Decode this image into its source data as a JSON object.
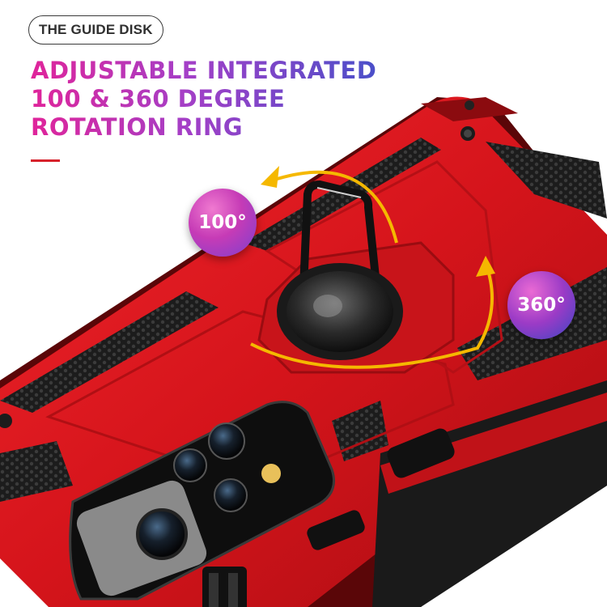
{
  "header": {
    "guide_label": "THE GUIDE DISK",
    "headline_lines": [
      "ADJUSTABLE INTEGRATED",
      "100 & 360 DEGREE",
      "ROTATION RING"
    ]
  },
  "badges": {
    "left": "100°",
    "right": "360°"
  },
  "colors": {
    "case_red": "#d9171f",
    "accent_yellow": "#f5b800",
    "gradient_pink": "#e0249a",
    "gradient_blue": "#4a4fc9",
    "underline_red": "#d7212b"
  }
}
